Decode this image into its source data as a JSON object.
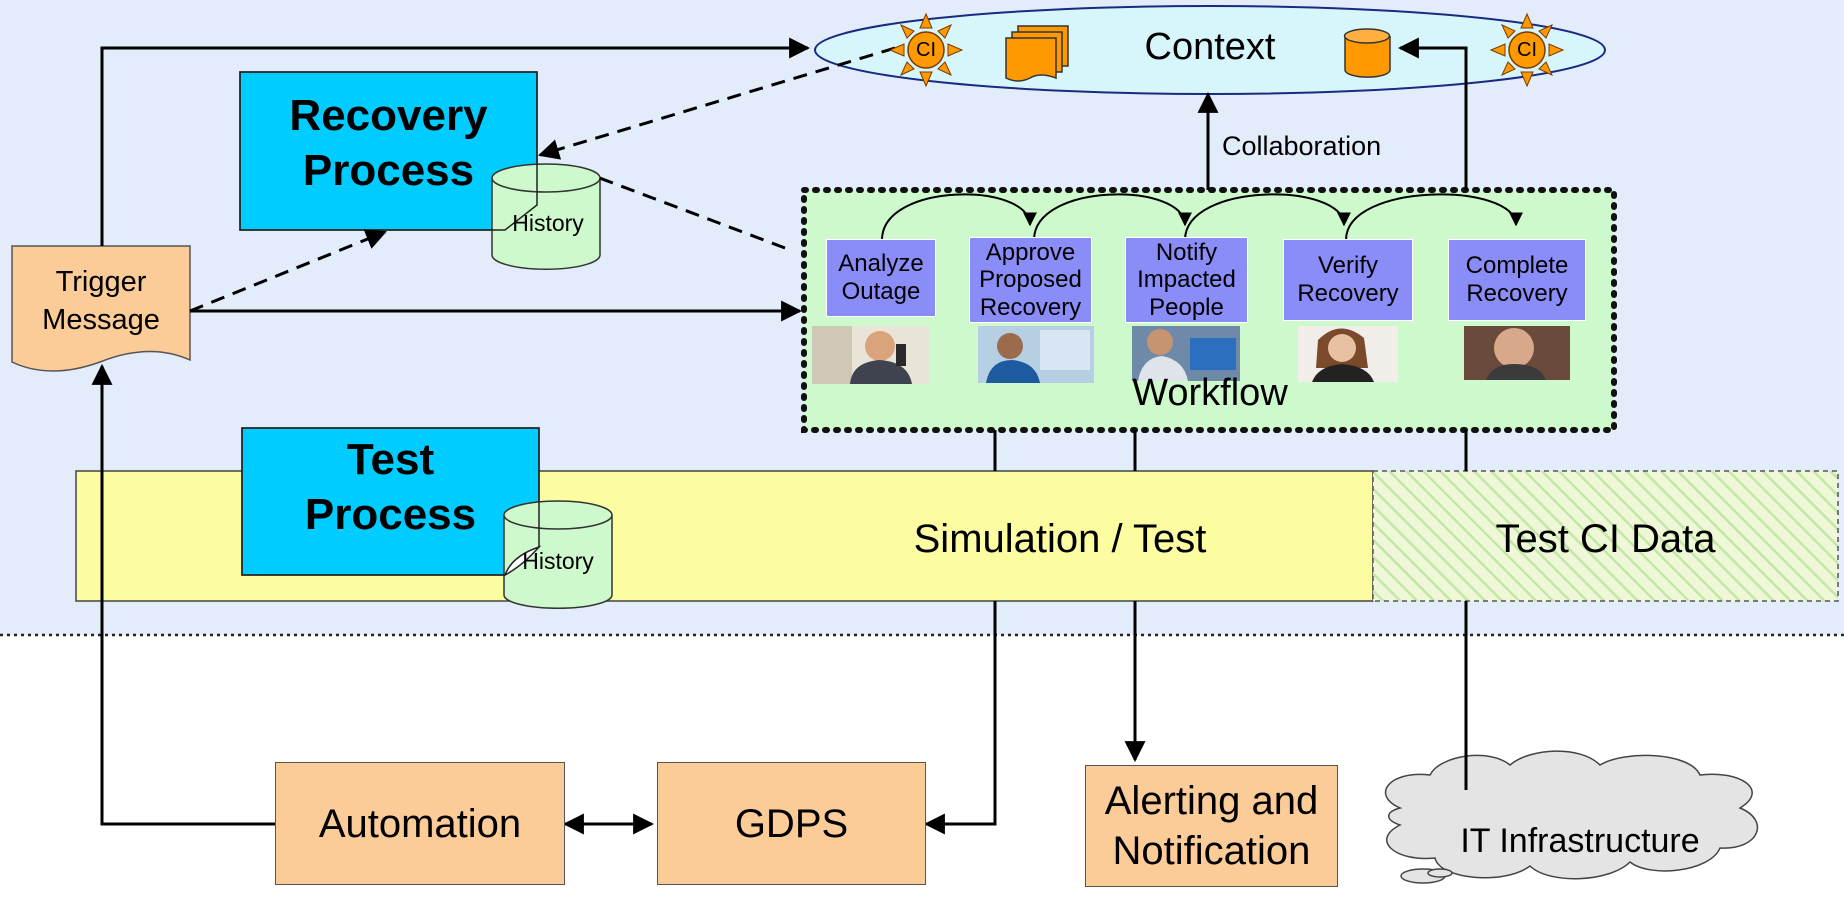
{
  "context": {
    "label": "Context"
  },
  "collaboration": {
    "label": "Collaboration"
  },
  "recovery_process": {
    "line1": "Recovery",
    "line2": "Process",
    "history": "History"
  },
  "test_process": {
    "line1": "Test",
    "line2": "Process",
    "history": "History"
  },
  "trigger": {
    "line1": "Trigger",
    "line2": "Message"
  },
  "workflow": {
    "label": "Workflow",
    "steps": [
      {
        "line1": "Analyze",
        "line2": "Outage",
        "line3": ""
      },
      {
        "line1": "Approve",
        "line2": "Proposed",
        "line3": "Recovery"
      },
      {
        "line1": "Notify",
        "line2": "Impacted",
        "line3": "People"
      },
      {
        "line1": "Verify",
        "line2": "Recovery",
        "line3": ""
      },
      {
        "line1": "Complete",
        "line2": "Recovery",
        "line3": ""
      }
    ]
  },
  "simulation": {
    "label": "Simulation / Test"
  },
  "test_ci": {
    "label": "Test CI Data"
  },
  "automation": {
    "label": "Automation"
  },
  "gdps": {
    "label": "GDPS"
  },
  "alerting": {
    "line1": "Alerting and",
    "line2": "Notification"
  },
  "it_infra": {
    "label": "IT Infrastructure"
  },
  "ci_badge": {
    "label": "CI"
  },
  "colors": {
    "upper_bg": "#e2ecfa",
    "context_fill": "#d6f6fb",
    "process_fill": "#00ccff",
    "workflow_fill": "#cdf9cd",
    "simulation_fill": "#fcfca0",
    "orange_box": "#fbcb98",
    "step_fill": "#8a8cf8",
    "sun": "#ff9900"
  }
}
